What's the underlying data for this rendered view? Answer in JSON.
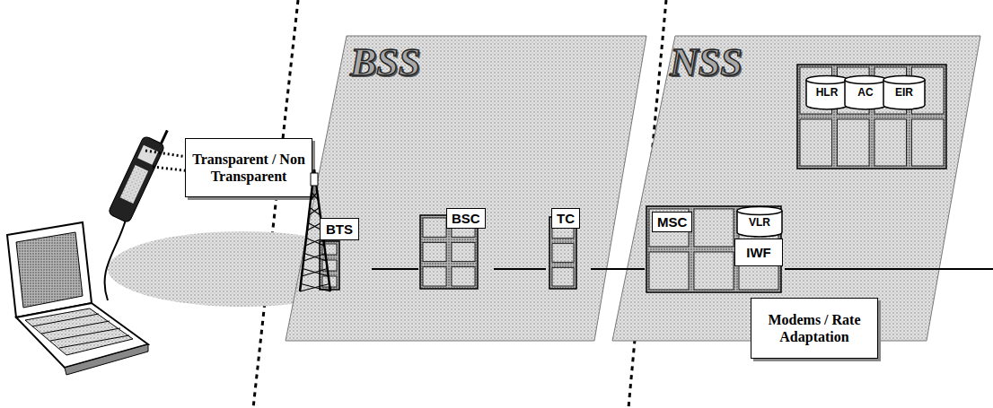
{
  "diagram": {
    "nodes": [
      {
        "text": [
          "Transparent / Non Transparent"
        ]
      },
      {
        "text": [
          "BSS"
        ]
      },
      {
        "text": [
          "BTS"
        ],
        "in": 1
      },
      {
        "text": [
          "BSC"
        ],
        "in": 1
      },
      {
        "text": [
          "TC"
        ],
        "in": 1
      },
      {
        "text": [
          "NSS"
        ]
      },
      {
        "text": [
          "HLR"
        ],
        "in": 5
      },
      {
        "text": [
          "AC"
        ],
        "in": 5
      },
      {
        "text": [
          "EIR"
        ],
        "in": 5
      },
      {
        "text": [
          "MSC"
        ],
        "in": 5
      },
      {
        "text": [
          "VLR"
        ],
        "in": 9
      },
      {
        "text": [
          "IWF"
        ],
        "in": 9
      },
      {
        "text": [
          "Modems / Rate Adaptation"
        ]
      }
    ],
    "edges": [
      {
        "from": 2,
        "to": 3,
        "arrow": "none"
      },
      {
        "from": 3,
        "to": 4,
        "arrow": "none"
      },
      {
        "from": 4,
        "to": 9,
        "arrow": "none"
      }
    ]
  }
}
